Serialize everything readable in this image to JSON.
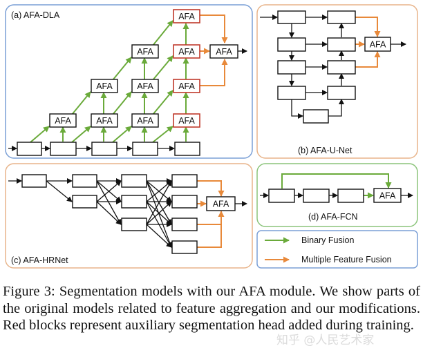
{
  "panels": {
    "dla": {
      "title": "(a) AFA-DLA",
      "module": "AFA"
    },
    "unet": {
      "title": "(b) AFA-U-Net",
      "module": "AFA"
    },
    "hrnet": {
      "title": "(c) AFA-HRNet",
      "module": "AFA"
    },
    "fcn": {
      "title": "(d) AFA-FCN",
      "module": "AFA"
    }
  },
  "legend": {
    "binary": "Binary Fusion",
    "multiple": "Multiple Feature Fusion"
  },
  "colors": {
    "binary_fusion": "#6aaa3a",
    "multiple_feature_fusion": "#e8893a",
    "auxiliary_head": "#c0392b",
    "dla_panel_border": "#7a9fd6",
    "unet_panel_border": "#e8b48a",
    "fcn_panel_border": "#8bc47a",
    "legend_panel_border": "#7a9fd6"
  },
  "caption": "Figure 3: Segmentation models with our AFA module. We show parts of the original models related to feature aggregation and our modifications. Red blocks represent auxiliary segmentation head added during training.",
  "watermark": "知乎 @人民艺术家"
}
